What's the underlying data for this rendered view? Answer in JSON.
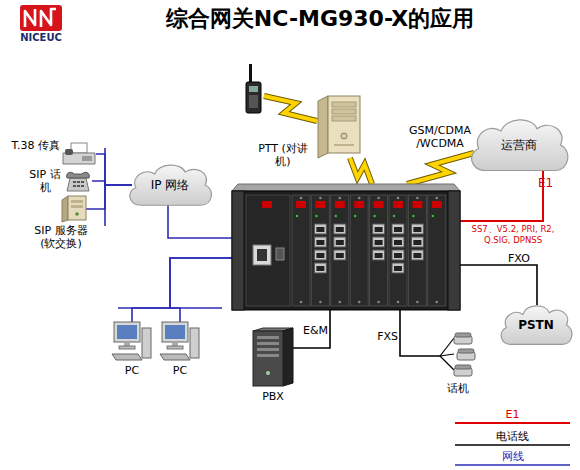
{
  "diagram": {
    "title": "综合网关NC-MG930-X的应用",
    "nodes": [
      {
        "text": [
          "T.38 传真"
        ]
      },
      {
        "text": [
          "SIP 话机"
        ]
      },
      {
        "text": [
          "SIP 服务器 (软交换)"
        ]
      },
      {
        "text": [
          "IP 网络"
        ]
      },
      {
        "text": [
          "PTT (对讲机)"
        ]
      },
      {
        "text": [
          "运营商"
        ]
      },
      {
        "text": []
      },
      {
        "text": [
          "PSTN"
        ]
      },
      {
        "text": [
          "PC"
        ]
      },
      {
        "text": [
          "PC"
        ]
      },
      {
        "text": [
          "PBX"
        ]
      },
      {
        "text": [
          "话机"
        ]
      }
    ],
    "edges": [
      {
        "from": 0,
        "to": 3,
        "arrow": "none"
      },
      {
        "from": 1,
        "to": 3,
        "arrow": "none"
      },
      {
        "from": 2,
        "to": 3,
        "arrow": "none"
      },
      {
        "from": 3,
        "to": 6,
        "arrow": "none"
      },
      {
        "from": 4,
        "to": 6,
        "arrow": "none"
      },
      {
        "from": 5,
        "to": 6,
        "label": "GSM/CDMA /WCDMA",
        "arrow": "none"
      },
      {
        "from": 5,
        "to": 6,
        "label": "E1",
        "arrow": "none"
      },
      {
        "from": 6,
        "to": 7,
        "label": "FXO",
        "arrow": "none"
      },
      {
        "from": 6,
        "to": 8,
        "arrow": "none"
      },
      {
        "from": 6,
        "to": 9,
        "arrow": "none"
      },
      {
        "from": 6,
        "to": 10,
        "label": "E&M",
        "arrow": "none"
      },
      {
        "from": 6,
        "to": 11,
        "label": "FXS",
        "arrow": "none"
      }
    ],
    "labels": [
      "NICEUC",
      "SS7、V5.2, PRI, R2, Q.SIG, DPNSS"
    ],
    "legend": [
      {
        "text": "E1"
      },
      {
        "text": "电话线"
      },
      {
        "text": "网线"
      }
    ]
  }
}
